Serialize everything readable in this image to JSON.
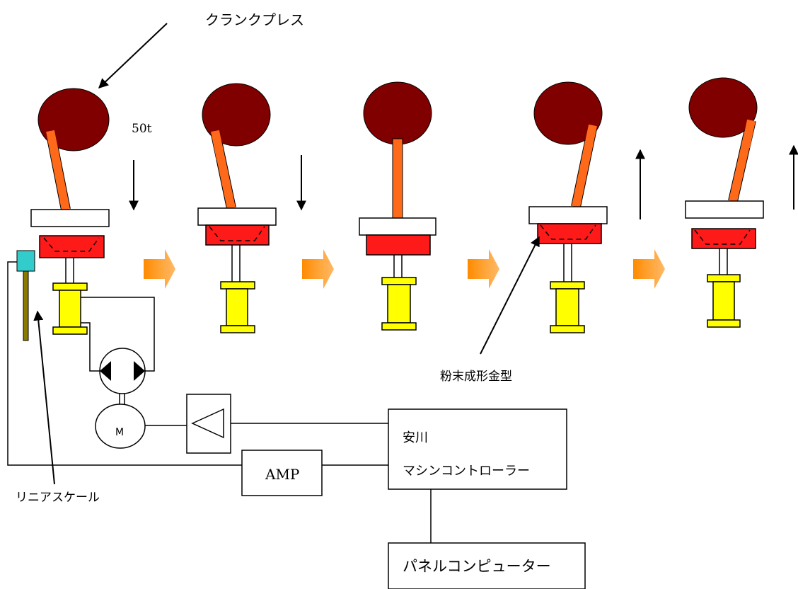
{
  "labels": {
    "crank_press": "クランクプレス",
    "tonnage": "50t",
    "powder_die": "粉末成形金型",
    "linear_scale": "リニアスケール",
    "motor": "M",
    "amp": "AMP",
    "controller_line1": "安川",
    "controller_line2": "マシンコントローラー",
    "panel_computer": "パネルコンピューター"
  },
  "colors": {
    "crank_wheel": "#800000",
    "connecting_rod": "#ff6a1a",
    "die": "#ff1a1a",
    "cylinder": "#ffff00",
    "sensor": "#33cccc",
    "scale_rod": "#8b7a00",
    "flow_arrow": "#ff9900",
    "line": "#000000"
  }
}
